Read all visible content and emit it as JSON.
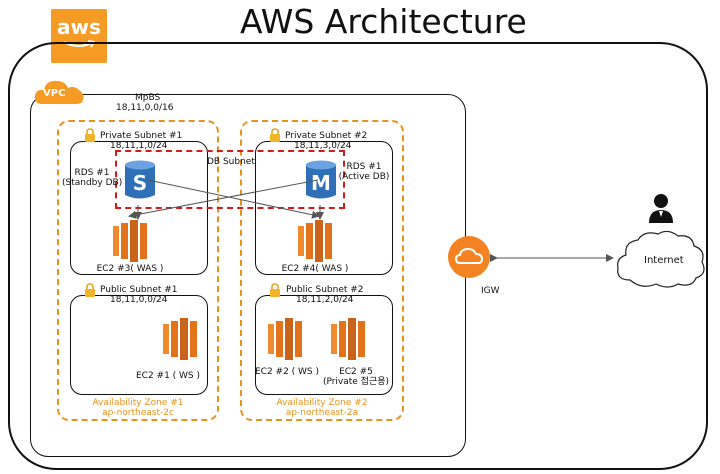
{
  "title": "AWS Architecture",
  "aws_logo": "aws",
  "vpc": {
    "badge": "VPC",
    "name": "MpBS",
    "cidr": "18,11,0,0/16"
  },
  "db_subnet": "DB Subnet",
  "zones": [
    {
      "label": "Availability Zone #1",
      "region": "ap-northeast-2c"
    },
    {
      "label": "Availability Zone #2",
      "region": "ap-northeast-2a"
    }
  ],
  "subnets": {
    "private1": {
      "name": "Private Subnet #1",
      "cidr": "18,11,1,0/24"
    },
    "private2": {
      "name": "Private Subnet #2",
      "cidr": "18,11,3,0/24"
    },
    "public1": {
      "name": "Public Subnet #1",
      "cidr": "18,11,0,0/24"
    },
    "public2": {
      "name": "Public Subnet #2",
      "cidr": "18,11,2,0/24"
    }
  },
  "rds": {
    "standby": {
      "letter": "S",
      "line1": "RDS #1",
      "line2": "(Standby DB)"
    },
    "active": {
      "letter": "M",
      "line1": "RDS #1",
      "line2": "(Active DB)"
    }
  },
  "ec2": {
    "ec2_1": "EC2 #1 ( WS )",
    "ec2_2": "EC2 #2 ( WS )",
    "ec2_3": "EC2 #3( WAS )",
    "ec2_4": "EC2 #4( WAS )",
    "ec2_5_line1": "EC2 #5",
    "ec2_5_line2": "(Private 접근용)"
  },
  "igw": "IGW",
  "internet": "Internet",
  "colors": {
    "aws_orange": "#f59a23",
    "az_border": "#e8921e",
    "db_subnet_border": "#d21c1c",
    "ec2_orange": "#e2731b",
    "rds_blue": "#2e6fb7"
  },
  "icons": [
    "aws-logo-icon",
    "vpc-cloud-icon",
    "lock-icon",
    "rds-database-icon",
    "ec2-instance-icon",
    "igw-cloud-icon",
    "user-icon",
    "internet-cloud-icon"
  ]
}
